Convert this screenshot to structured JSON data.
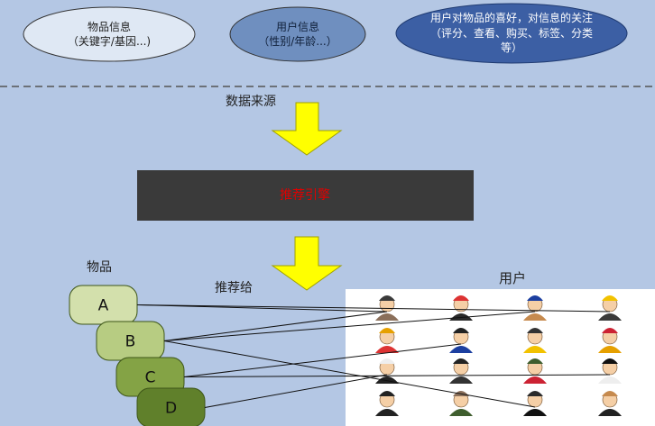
{
  "sources": [
    {
      "title": "物品信息",
      "detail": "（关键字/基因...)",
      "fill": "#dfe8f4",
      "text_color": "#1f1f1f"
    },
    {
      "title": "用户信息",
      "detail": "（性别/年龄...）",
      "fill": "#6f8fbf",
      "text_color": "#10203a"
    },
    {
      "title": "用户对物品的喜好，对信息的关注",
      "detail": "（评分、查看、购买、标签、分类",
      "detail2": "等）",
      "fill": "#3c5fa4",
      "text_color": "#ffffff"
    }
  ],
  "labels": {
    "data_source": "数据来源",
    "engine": "推荐引擎",
    "items_heading": "物品",
    "recommend_to": "推荐给",
    "users_heading": "用户"
  },
  "items": [
    {
      "label": "A",
      "fill": "#d3e0ac"
    },
    {
      "label": "B",
      "fill": "#b7cc82"
    },
    {
      "label": "C",
      "fill": "#84a345"
    },
    {
      "label": "D",
      "fill": "#60802b"
    }
  ],
  "user_icons": [
    "nurse-avatar-icon",
    "business-man-icon",
    "worker-avatar-icon",
    "police-officer-icon",
    "fan-avatar-icon",
    "diver-avatar-icon",
    "construction-worker-icon",
    "firefighter-icon",
    "graduate-avatar-icon",
    "graduate-avatar-icon",
    "nurse-avatar-icon",
    "chef-avatar-icon",
    "woman-avatar-icon",
    "soldier-avatar-icon",
    "rabbi-avatar-icon",
    "witch-avatar-icon"
  ],
  "links": [
    {
      "from": "A",
      "to": 0
    },
    {
      "from": "A",
      "to": 3
    },
    {
      "from": "B",
      "to": 0
    },
    {
      "from": "B",
      "to": 2
    },
    {
      "from": "B",
      "to": 14
    },
    {
      "from": "C",
      "to": 5
    },
    {
      "from": "C",
      "to": 11
    },
    {
      "from": "D",
      "to": 8
    }
  ],
  "colors": {
    "background": "#b4c7e4",
    "arrow": "#ffff00",
    "engine_box": "#3a3a3a",
    "engine_text": "#e00000",
    "dash": "#555555"
  }
}
